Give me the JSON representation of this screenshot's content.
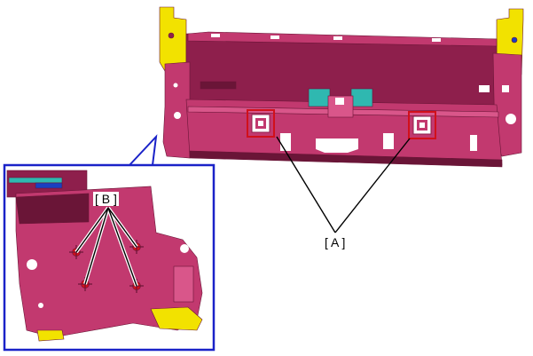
{
  "callouts": {
    "a": "[ A ]",
    "b": "[ B ]"
  },
  "colors": {
    "part_body": "#c2396f",
    "part_dark": "#8e1f4c",
    "part_shadow": "#6a1537",
    "part_light": "#d9568a",
    "hole": "#ffffff",
    "yellow_bracket": "#f2e200",
    "teal_part": "#2fb8b0",
    "blue_detail": "#1a3fc0",
    "highlight_box": "#d1101b",
    "detail_frame": "#1a22c8",
    "leader_line": "#000000"
  },
  "icons": {
    "screw_marker": "screw-icon",
    "detail_view": "magnified-detail-view"
  }
}
